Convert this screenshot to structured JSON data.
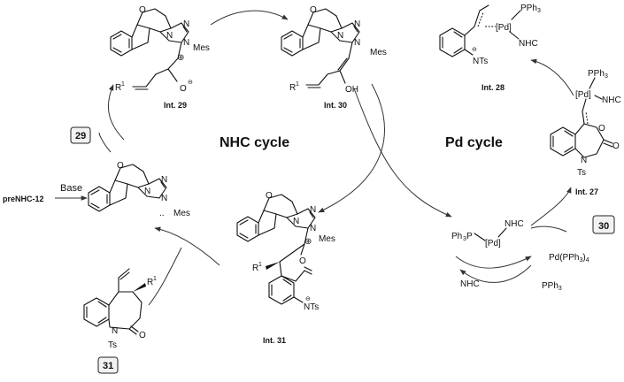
{
  "cycles": {
    "nhc": "NHC cycle",
    "pd": "Pd cycle"
  },
  "labels": {
    "int29": "Int. 29",
    "int30": "Int. 30",
    "int31": "Int. 31",
    "int28": "Int. 28",
    "int27": "Int. 27",
    "pre": "preNHC-12",
    "base": "Base",
    "box29": "29",
    "box30": "30",
    "box31": "31"
  },
  "atoms": {
    "O": "O",
    "N": "N",
    "OH": "OH",
    "mes": "Mes",
    "plus": "⊕",
    "minus": "⊖",
    "r1": "R",
    "one": "1",
    "carbene": "..",
    "nts": "NTs",
    "ts": "Ts",
    "pd": "[Pd]",
    "pph3": "PPh",
    "three": "3",
    "nhc": "NHC",
    "ph3p": "Ph",
    "ph3p_tail": "P",
    "pdpph3": "Pd(PPh",
    "pdpph3_tail": ")",
    "four": "4"
  }
}
